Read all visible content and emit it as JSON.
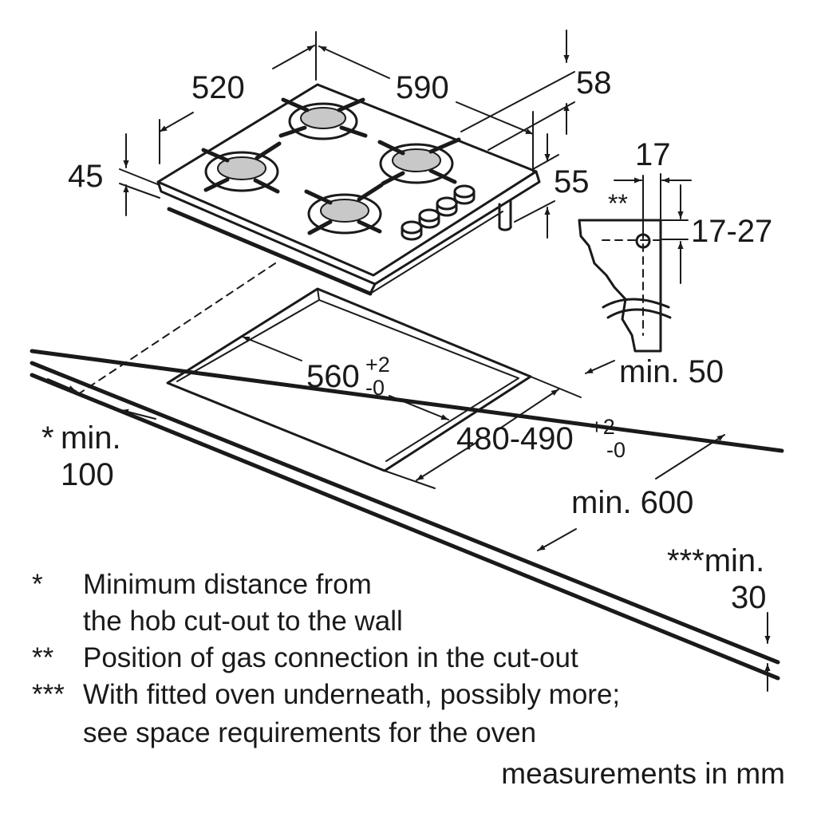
{
  "dimensions": {
    "hob_depth": "520",
    "hob_width": "590",
    "hob_height": "45",
    "side_58": "58",
    "side_55": "55",
    "cut_width": "560",
    "cut_width_tol_upper": "+2",
    "cut_width_tol_lower": "-0",
    "cut_depth": "480-490",
    "cut_depth_tol_upper": "+2",
    "cut_depth_tol_lower": "-0",
    "conn_17": "17",
    "conn_17_27": "17-27",
    "conn_marker": "**",
    "min_50": "min. 50",
    "min_600": "min. 600",
    "wall_marker": "*",
    "min_100_a": "min.",
    "min_100_b": "100",
    "oven_min_a": "***min.",
    "oven_min_b": "30"
  },
  "legend": [
    {
      "marker": "*",
      "lines": [
        "Minimum distance from",
        "the hob cut-out to the wall"
      ]
    },
    {
      "marker": "**",
      "lines": [
        "Position of gas connection in the cut-out"
      ]
    },
    {
      "marker": "***",
      "lines": [
        "With fitted oven underneath, possibly more;",
        "see space requirements for the oven"
      ]
    }
  ],
  "units_note": "measurements in mm"
}
